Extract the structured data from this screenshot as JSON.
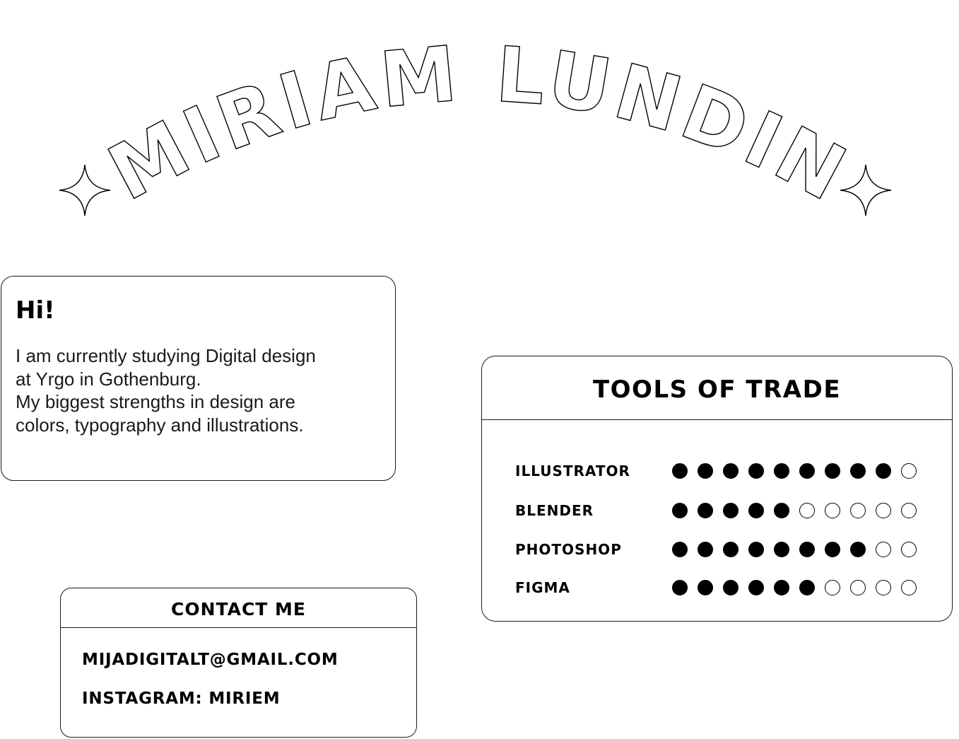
{
  "header": {
    "name": "MIRIAM LUNDIN",
    "left_ornament_icon": "sparkle-icon",
    "right_ornament_icon": "sparkle-icon"
  },
  "intro": {
    "heading": "Hi!",
    "lines": [
      "I am currently studying Digital design",
      "at Yrgo in Gothenburg.",
      "My biggest strengths in design are",
      "colors, typography and illustrations."
    ]
  },
  "tools": {
    "title": "TOOLS OF TRADE",
    "max_level": 10,
    "items": [
      {
        "name": "ILLUSTRATOR",
        "level": 9
      },
      {
        "name": "BLENDER",
        "level": 5
      },
      {
        "name": "PHOTOSHOP",
        "level": 8
      },
      {
        "name": "FIGMA",
        "level": 6
      }
    ]
  },
  "contact": {
    "title": "CONTACT ME",
    "email": "MIJADIGITALT@GMAIL.COM",
    "instagram": "INSTAGRAM: MIRIEM"
  },
  "colors": {
    "ink": "#000000",
    "background": "#ffffff"
  }
}
